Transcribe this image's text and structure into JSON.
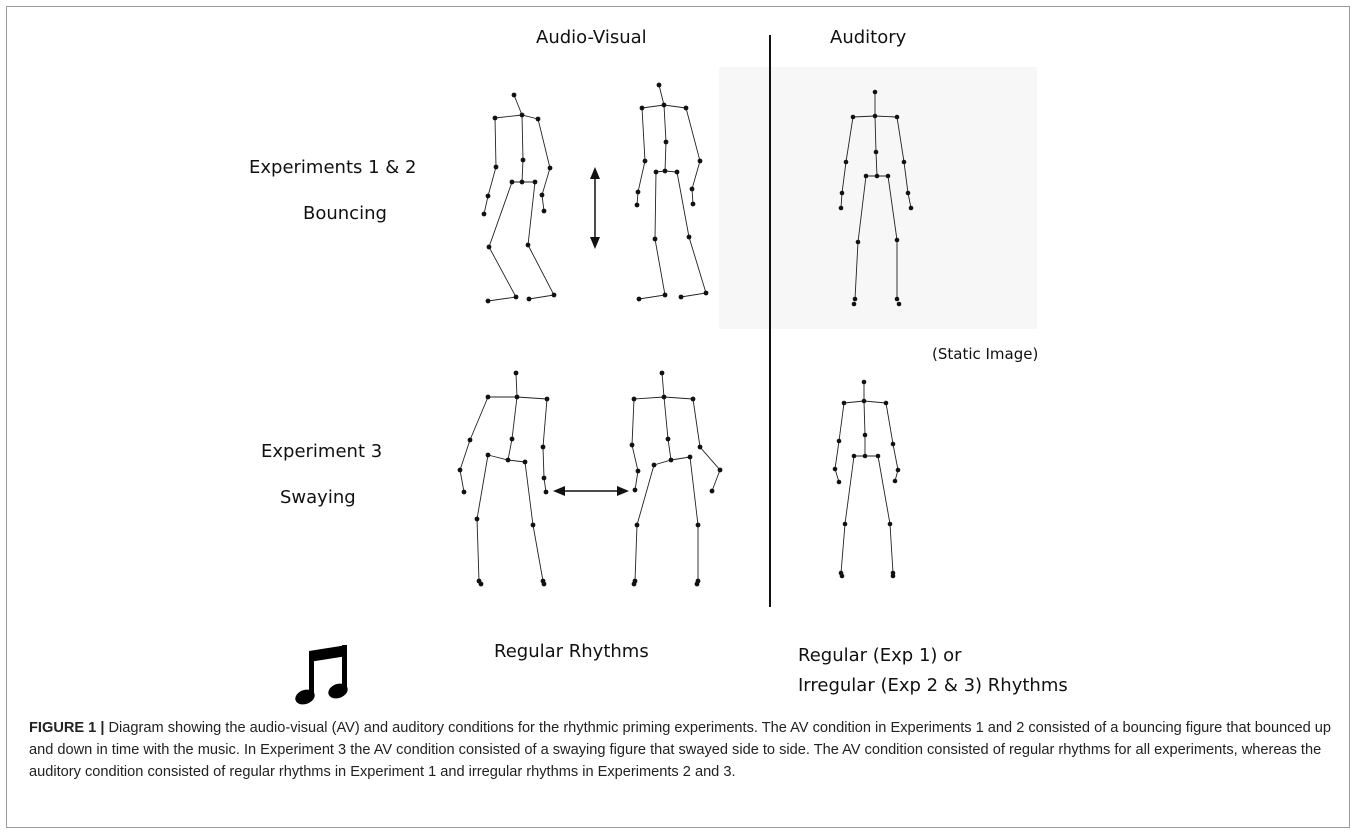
{
  "headers": {
    "audio_visual": "Audio-Visual",
    "auditory": "Auditory"
  },
  "rows": {
    "row1_line1": "Experiments 1 & 2",
    "row1_line2": "Bouncing",
    "row2_line1": "Experiment 3",
    "row2_line2": "Swaying"
  },
  "static_label": "(Static Image)",
  "rhythm": {
    "icon": "music-note-icon",
    "av": "Regular Rhythms",
    "auditory_line1": "Regular (Exp 1) or",
    "auditory_line2": "Irregular (Exp 2 & 3) Rhythms"
  },
  "caption": {
    "lead": "FIGURE 1 |",
    "text": " Diagram showing the audio-visual (AV) and auditory conditions for the rhythmic priming experiments. The AV condition in Experiments 1 and 2 consisted of a bouncing figure that bounced up and down in time with the music. In Experiment 3 the AV condition consisted of a swaying figure that swayed side to side. The AV condition consisted of regular rhythms for all experiments, whereas the auditory condition consisted of regular rhythms in Experiment 1 and irregular rhythms in Experiments 2 and 3."
  }
}
